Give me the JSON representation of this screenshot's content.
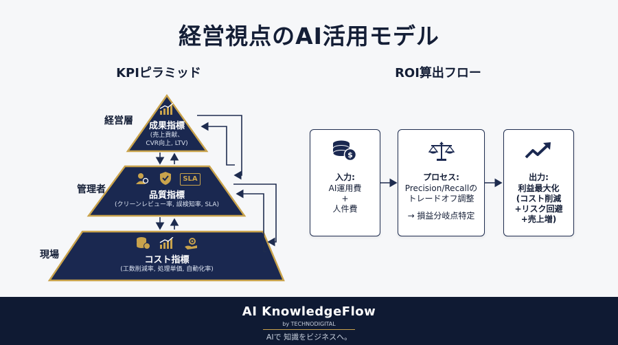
{
  "title": "経営視点のAI活用モデル",
  "kpi": {
    "title": "KPIピラミッド",
    "levels": [
      "経営層",
      "管理者",
      "現場"
    ],
    "tiers": [
      {
        "title": "成果指標",
        "detail": "(売上貢献、\nCVR向上, LTV)",
        "icons": [
          "bar-growth-icon"
        ]
      },
      {
        "title": "品質指標",
        "detail": "(クリーンレビュー率, 誤検知率, SLA)",
        "badge": "SLA",
        "icons": [
          "person-gear-icon",
          "shield-check-icon",
          "sla-badge-icon"
        ]
      },
      {
        "title": "コスト指標",
        "detail": "(工数削減率, 処理単価, 自動化率)",
        "icons": [
          "coin-stack-icon",
          "bar-growth-icon",
          "gear-hand-icon"
        ]
      }
    ]
  },
  "roi": {
    "title": "ROI算出フロー",
    "steps": [
      {
        "label": "入力:",
        "lines": [
          "AI運用費",
          "+",
          "人件費"
        ],
        "icon": "coin-stack-icon"
      },
      {
        "label": "プロセス:",
        "lines": [
          "Precision/Recallの",
          "トレードオフ調整"
        ],
        "extra": "→ 損益分岐点特定",
        "icon": "balance-scale-icon"
      },
      {
        "label": "出力:",
        "lines": [
          "利益最大化",
          "(コスト削減",
          "+リスク回避",
          "+売上増)"
        ],
        "icon": "trend-up-icon"
      }
    ]
  },
  "footer": {
    "brand": "AI KnowledgeFlow",
    "by": "by TECHNODIGITAL",
    "tagline": "AIで 知識をビジネスへ。"
  },
  "colors": {
    "navy": "#1a2850",
    "gold": "#c9a34c",
    "footer_bg": "#0f1a33"
  }
}
